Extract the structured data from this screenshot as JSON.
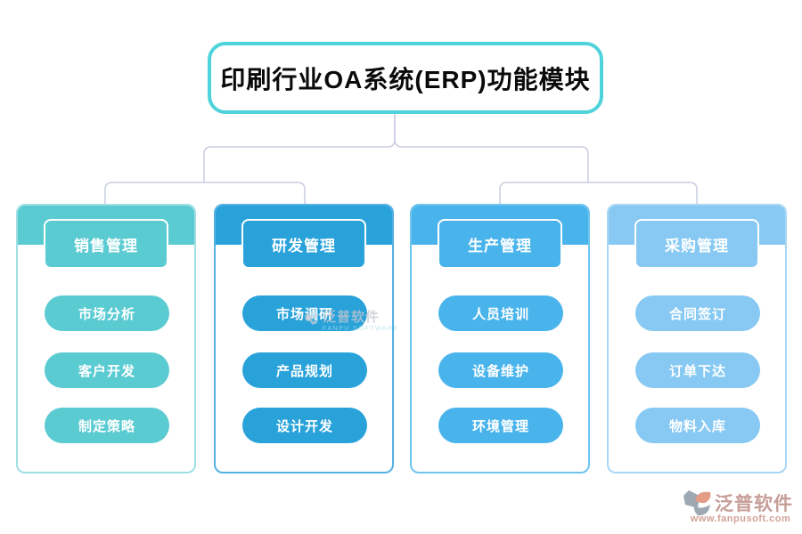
{
  "title": {
    "text": "印刷行业OA系统(ERP)功能模块"
  },
  "colors": {
    "title_border": "#4FD3DA",
    "connector": "#C9CEE2",
    "background": "#FFFFFF",
    "text_on_fill": "#FFFFFF"
  },
  "columns": [
    {
      "header": "销售管理",
      "color": "#5BCBD2",
      "border": "#A0E0E5",
      "items": [
        "市场分析",
        "客户开发",
        "制定策略"
      ]
    },
    {
      "header": "研发管理",
      "color": "#29A2DA",
      "border": "#53B1E3",
      "items": [
        "市场调研",
        "产品规划",
        "设计开发"
      ]
    },
    {
      "header": "生产管理",
      "color": "#49B4EB",
      "border": "#70C4F0",
      "items": [
        "人员培训",
        "设备维护",
        "环境管理"
      ]
    },
    {
      "header": "采购管理",
      "color": "#87C9F2",
      "border": "#A8D8F6",
      "items": [
        "合同签订",
        "订单下达",
        "物料入库"
      ]
    }
  ],
  "watermark": {
    "text": "泛普软件",
    "subtext": "FANPU SOFTWARE"
  },
  "brand": {
    "name": "泛普软件",
    "url": "www.fanpusoft.com"
  }
}
